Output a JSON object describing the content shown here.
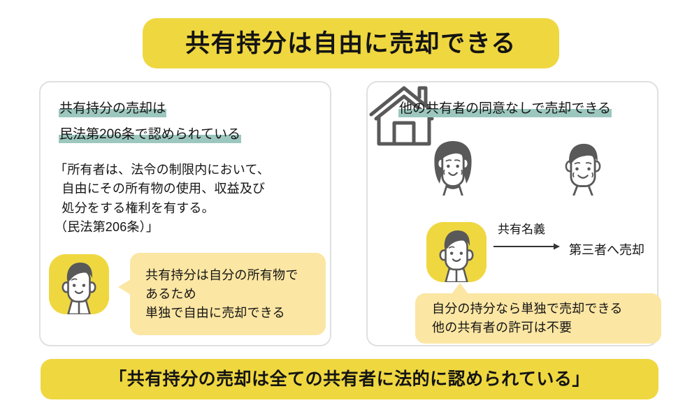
{
  "title": {
    "text": "共有持分は自由に売却できる"
  },
  "left_card": {
    "heading_line1": "共有持分の売却は",
    "heading_line2": "民法第206条で認められている",
    "quote": "「所有者は、法令の制限内において、\n  自由にその所有物の使用、収益及び\n  処分をする権利を有する。\n（民法第206条）」",
    "avatar_name": "man-avatar",
    "bubble_text": "共有持分は自分の所有物で\nあるため\n単独で自由に売却できる"
  },
  "right_card": {
    "heading": "他の共有者の同意なしで売却できる",
    "woman_name": "woman-figure",
    "man_name": "man-figure",
    "house_label": "共有名義",
    "arrow_name": "sell-arrow-icon",
    "sell_label": "第三者へ売却",
    "avatar_name": "man-avatar",
    "bubble_text": "自分の持分なら単独で売却できる\n他の共有者の許可は不要"
  },
  "bottom_banner": {
    "text": "「共有持分の売却は全ての共有者に法的に認められている」"
  },
  "colors": {
    "banner_yellow": "#EFD740",
    "highlight_teal": "#9CC7BE",
    "bubble_yellow": "#FBE6A3",
    "card_border": "#E0E0E0",
    "ink": "#141414",
    "figure_gray": "#595959"
  }
}
